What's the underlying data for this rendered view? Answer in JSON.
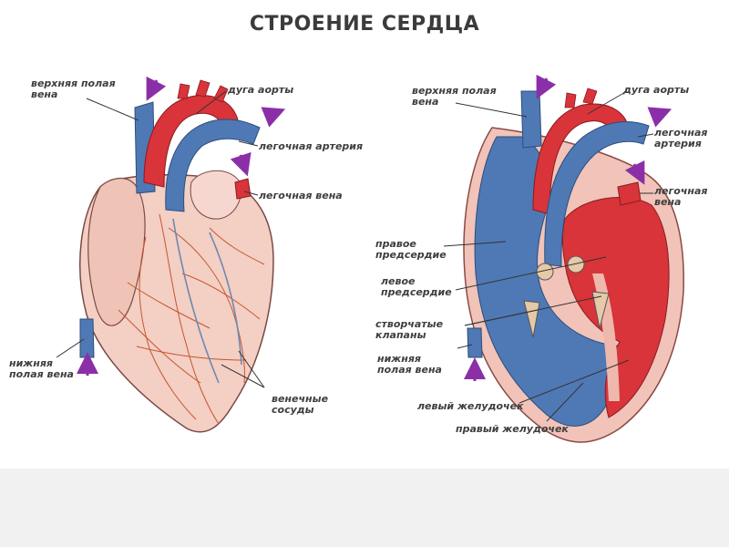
{
  "title": "СТРОЕНИЕ СЕРДЦА",
  "left_labels": {
    "svc": "верхняя полая\nвена",
    "aortic_arch": "дуга аорты",
    "pulmonary_artery": "легочная артерия",
    "pulmonary_vein": "легочная вена",
    "ivc": "нижняя\nполая вена",
    "coronary": "венечные\nсосуды"
  },
  "right_labels": {
    "svc": "верхняя полая\nвена",
    "aortic_arch": "дуга аорты",
    "pulmonary_artery": "легочная\nартерия",
    "pulmonary_vein": "легочная\nвена",
    "right_atrium": "правое\nпредсердие",
    "left_atrium": "левое\nпредсердие",
    "valves": "створчатые\nклапаны",
    "ivc": "нижняя\nполая вена",
    "left_ventricle": "левый желудочек",
    "right_ventricle": "правый желудочек"
  },
  "colors": {
    "venous_blue": "#4f79b4",
    "arterial_red": "#d8343a",
    "tissue_pink": "#f3c9bd",
    "arrow_purple": "#8b2fa8",
    "footer_gray": "#f1f1f1"
  }
}
